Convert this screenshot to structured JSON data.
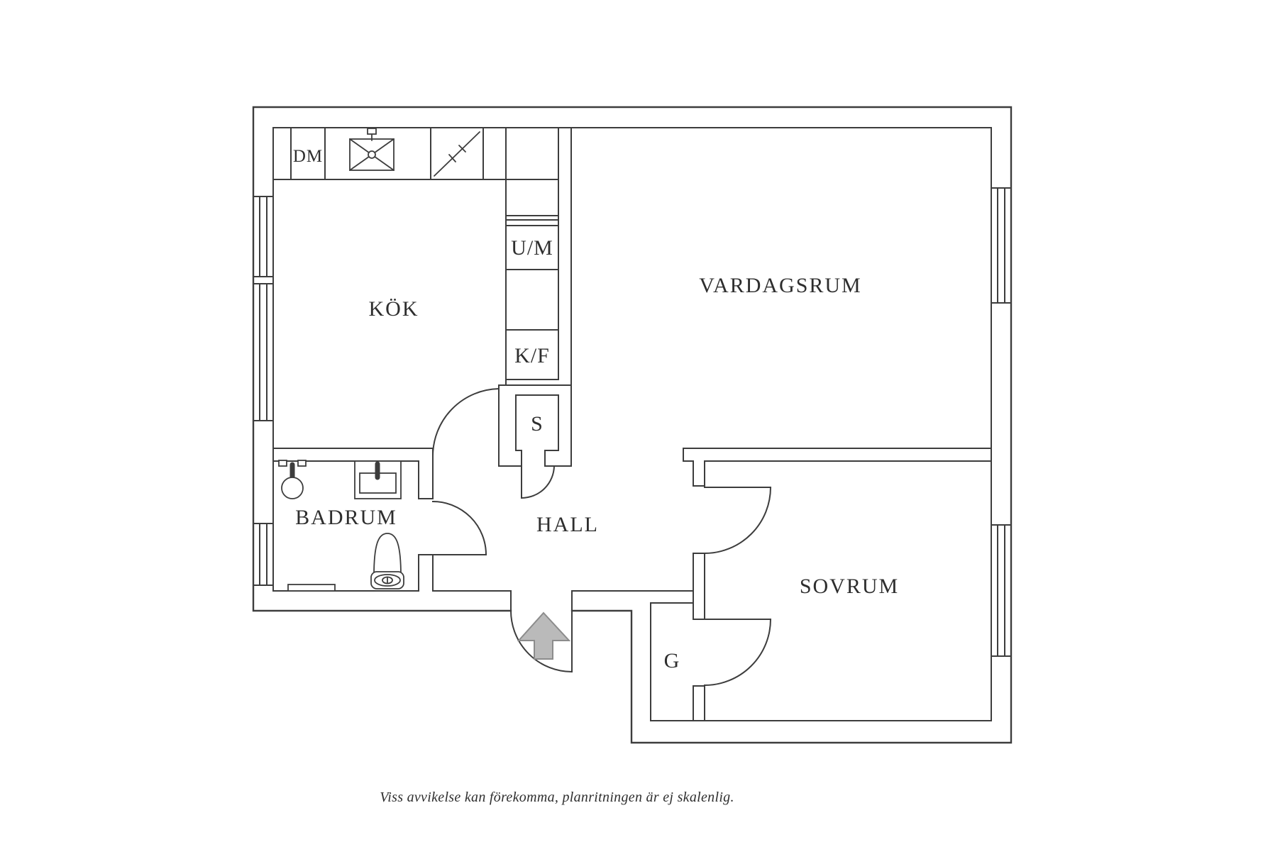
{
  "floorplan": {
    "rooms": {
      "kitchen": {
        "label": "KÖK"
      },
      "living_room": {
        "label": "VARDAGSRUM"
      },
      "bathroom": {
        "label": "BADRUM"
      },
      "hall": {
        "label": "HALL"
      },
      "bedroom": {
        "label": "SOVRUM"
      }
    },
    "closets": {
      "cleaning_closet": {
        "label": "S"
      },
      "wardrobe": {
        "label": "G"
      }
    },
    "appliances": {
      "dishwasher": {
        "label": "DM"
      },
      "washer_dryer": {
        "label": "U/M"
      },
      "fridge_freezer": {
        "label": "K/F"
      }
    },
    "footer": {
      "disclaimer": "Viss avvikelse kan förekomma, planritningen är ej skalenlig."
    },
    "colors": {
      "background": "#ffffff",
      "wall_line": "#3d3d3d",
      "label_text": "#2e2e2e",
      "arrow_fill": "#bababa",
      "arrow_stroke": "#8c8c8c"
    }
  }
}
